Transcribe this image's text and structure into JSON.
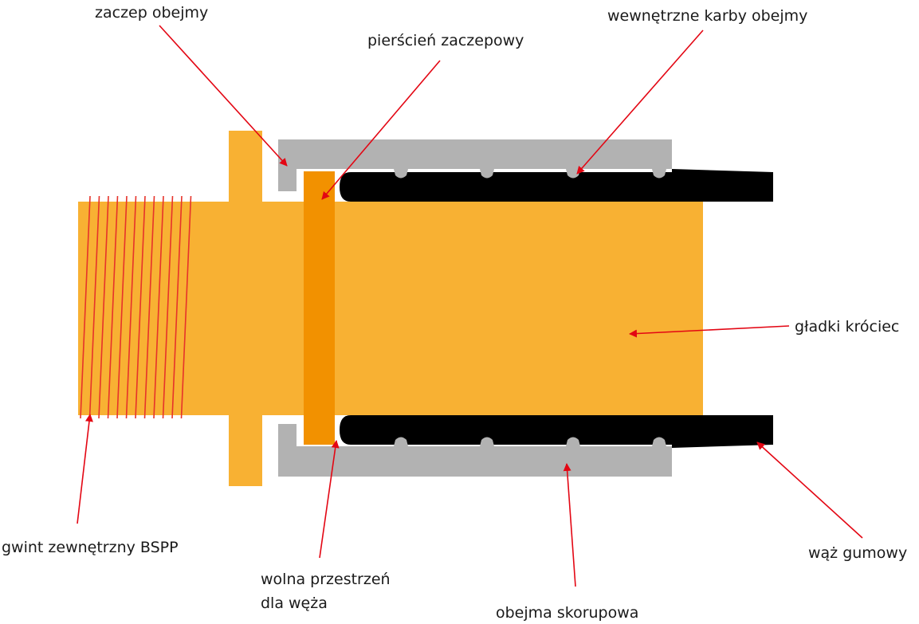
{
  "labels": {
    "retainer_hook": "zaczep obejmy",
    "retaining_ring": "pierścień zaczepowy",
    "internal_notches": "wewnętrzne karby obejmy",
    "smooth_spigot": "gładki króciec",
    "external_thread": "gwint zewnętrzny BSPP",
    "free_space_line1": "wolna przestrzeń",
    "free_space_line2": "dla węża",
    "rubber_hose": "wąż gumowy",
    "shell_ferrule": "obejma skorupowa"
  },
  "colors": {
    "fitting_body": "#F8B133",
    "retaining_ring": "#F29100",
    "ferrule": "#B2B2B2",
    "hose": "#000000",
    "thread_lines": "#E6332A",
    "arrows": "#E30613",
    "text": "#1A1A1A"
  }
}
